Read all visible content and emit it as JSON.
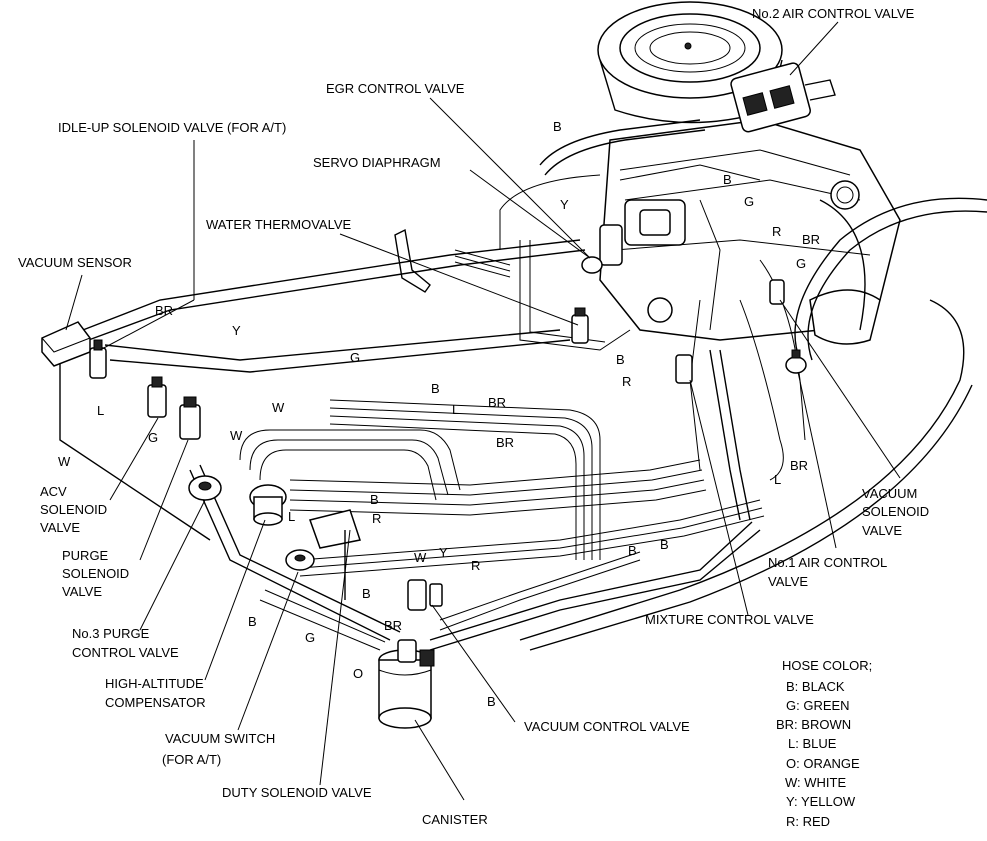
{
  "labels": {
    "no2_air_control_valve": "No.2 AIR CONTROL VALVE",
    "egr_control_valve": "EGR CONTROL VALVE",
    "idle_up_solenoid_valve": "IDLE-UP SOLENOID VALVE (FOR A/T)",
    "servo_diaphragm": "SERVO DIAPHRAGM",
    "water_thermovalve": "WATER THERMOVALVE",
    "vacuum_sensor": "VACUUM SENSOR",
    "acv_solenoid_valve": [
      "ACV",
      "SOLENOID",
      "VALVE"
    ],
    "purge_solenoid_valve": [
      "PURGE",
      "SOLENOID",
      "VALVE"
    ],
    "no3_purge_control_valve": [
      "No.3 PURGE",
      "CONTROL VALVE"
    ],
    "high_altitude_compensator": [
      "HIGH-ALTITUDE",
      "COMPENSATOR"
    ],
    "vacuum_switch": [
      "VACUUM SWITCH",
      "(FOR A/T)"
    ],
    "duty_solenoid_valve": "DUTY SOLENOID VALVE",
    "canister": "CANISTER",
    "vacuum_control_valve": "VACUUM CONTROL VALVE",
    "mixture_control_valve": "MIXTURE CONTROL VALVE",
    "no1_air_control_valve": [
      "No.1 AIR CONTROL",
      "VALVE"
    ],
    "vacuum_solenoid_valve": [
      "VACUUM",
      "SOLENOID",
      "VALVE"
    ]
  },
  "hose_tags": {
    "B": "B",
    "BR": "BR",
    "G": "G",
    "Y": "Y",
    "W": "W",
    "L": "L",
    "R": "R",
    "O": "O"
  },
  "legend": {
    "title": "HOSE COLOR;",
    "items": [
      "B: BLACK",
      "G: GREEN",
      "BR: BROWN",
      "L: BLUE",
      "O: ORANGE",
      "W: WHITE",
      "Y: YELLOW",
      "R: RED"
    ]
  }
}
